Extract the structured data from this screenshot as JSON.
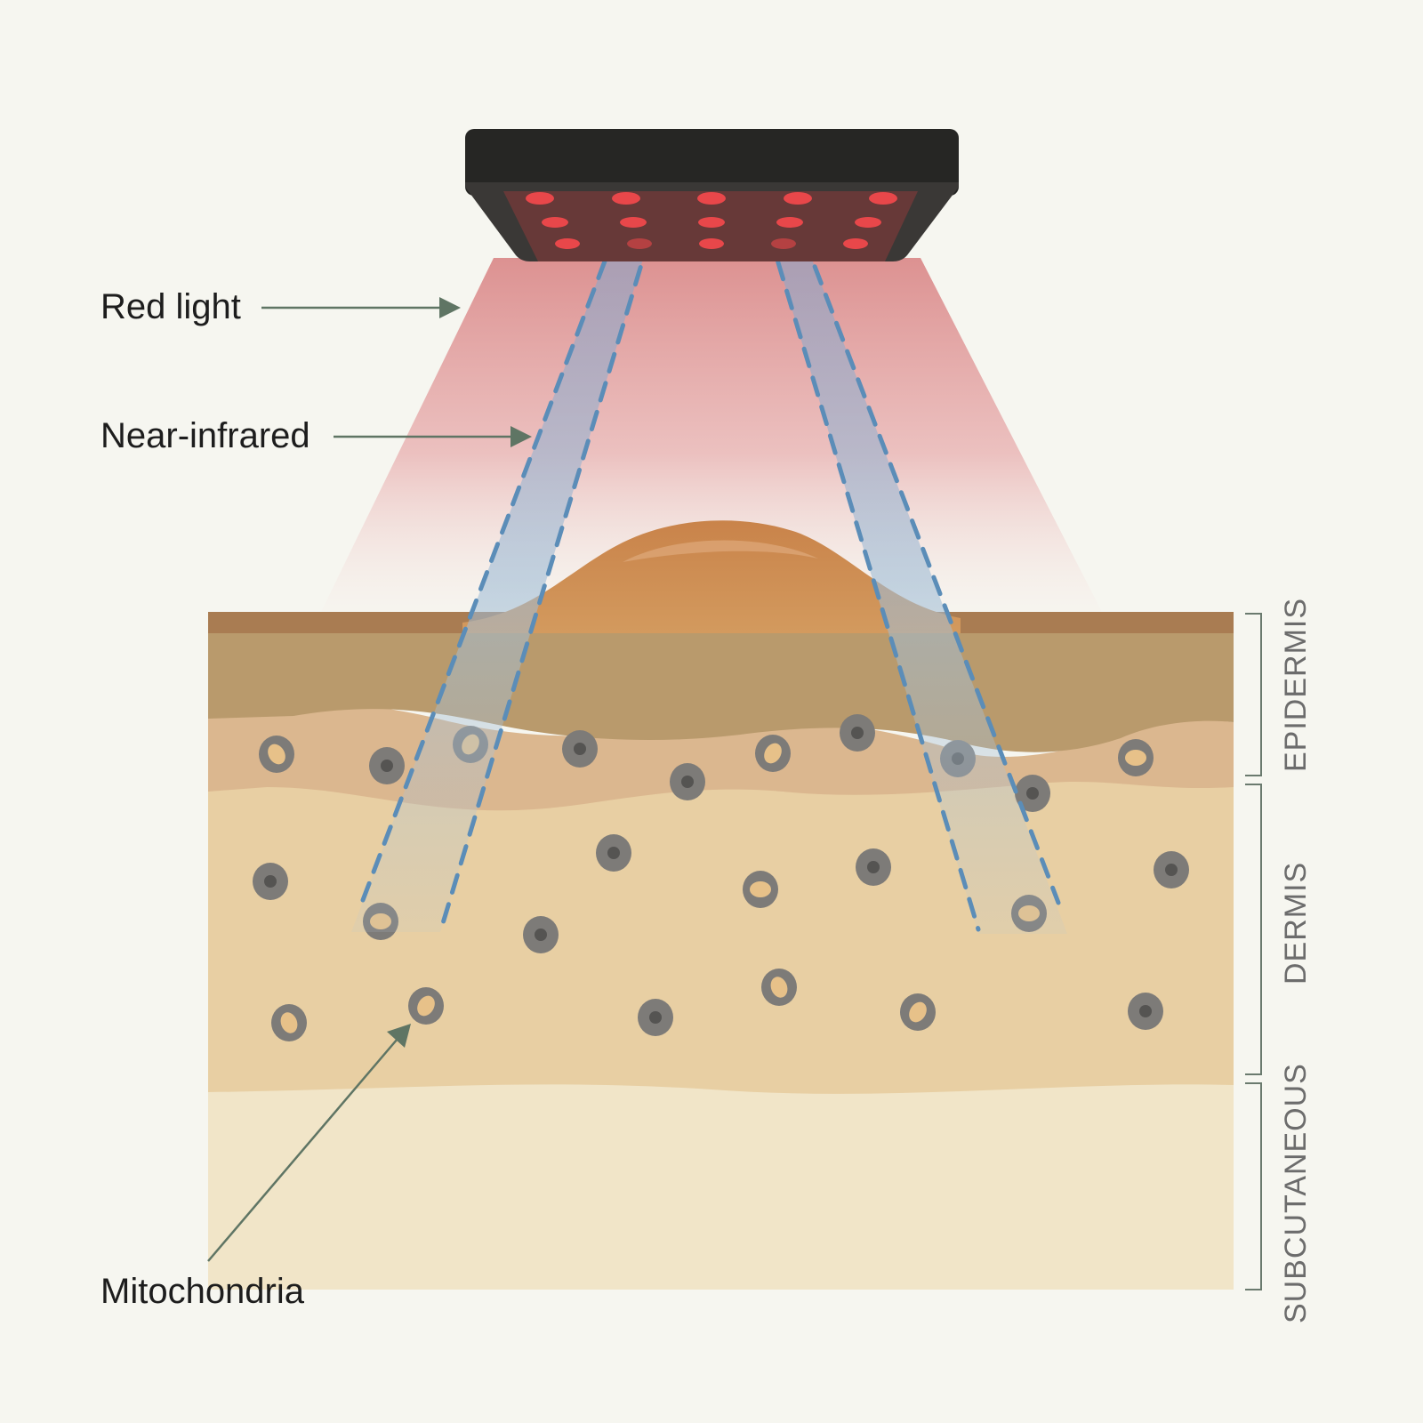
{
  "labels": {
    "red_light": "Red light",
    "near_infrared": "Near-infrared",
    "mitochondria": "Mitochondria"
  },
  "layers": {
    "epidermis": "EPIDERMIS",
    "dermis": "DERMIS",
    "subcutaneous": "SUBCUTANEOUS"
  },
  "device": {
    "name": "light-therapy-panel",
    "led_rows": [
      5,
      5,
      5
    ],
    "led_color": "#e8474a"
  },
  "colors": {
    "background": "#f6f6f0",
    "device_body": "#2a2a28",
    "red_beam": "#e08e8e",
    "nir_beam": "#9db7d3",
    "nir_dash": "#5b8db8",
    "arrow": "#5f7564",
    "stratum": "#a97c52",
    "epidermis": "#b99a6c",
    "basal": "#dbb78f",
    "dermis": "#e8cfa3",
    "subcutaneous": "#f1e5c8",
    "cell": "#7d7b78",
    "nucleus": "#555452"
  }
}
